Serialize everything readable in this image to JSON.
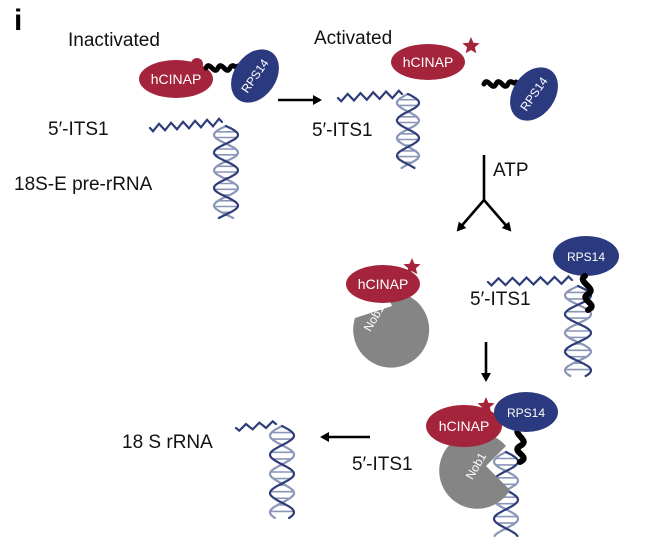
{
  "panel_label": "i",
  "states": {
    "inactivated": "Inactivated",
    "activated": "Activated"
  },
  "labels": {
    "its1": "5′-ITS1",
    "pre_rrna": "18S-E pre-rRNA",
    "atp": "ATP",
    "product": "18 S rRNA"
  },
  "proteins": {
    "hcinap": "hCINAP",
    "rps14": "RPS14",
    "nob1": "Nob1"
  },
  "colors": {
    "hcinap": "#a3243b",
    "rps14": "#2b3a7e",
    "nob1": "#858585",
    "rna_dark": "#2e3d78",
    "rna_light": "#8a96b8",
    "star": "#a3243b",
    "phosphate": "#a3243b"
  },
  "icons": [
    "star-icon",
    "phosphate-icon",
    "arrow-icon"
  ]
}
